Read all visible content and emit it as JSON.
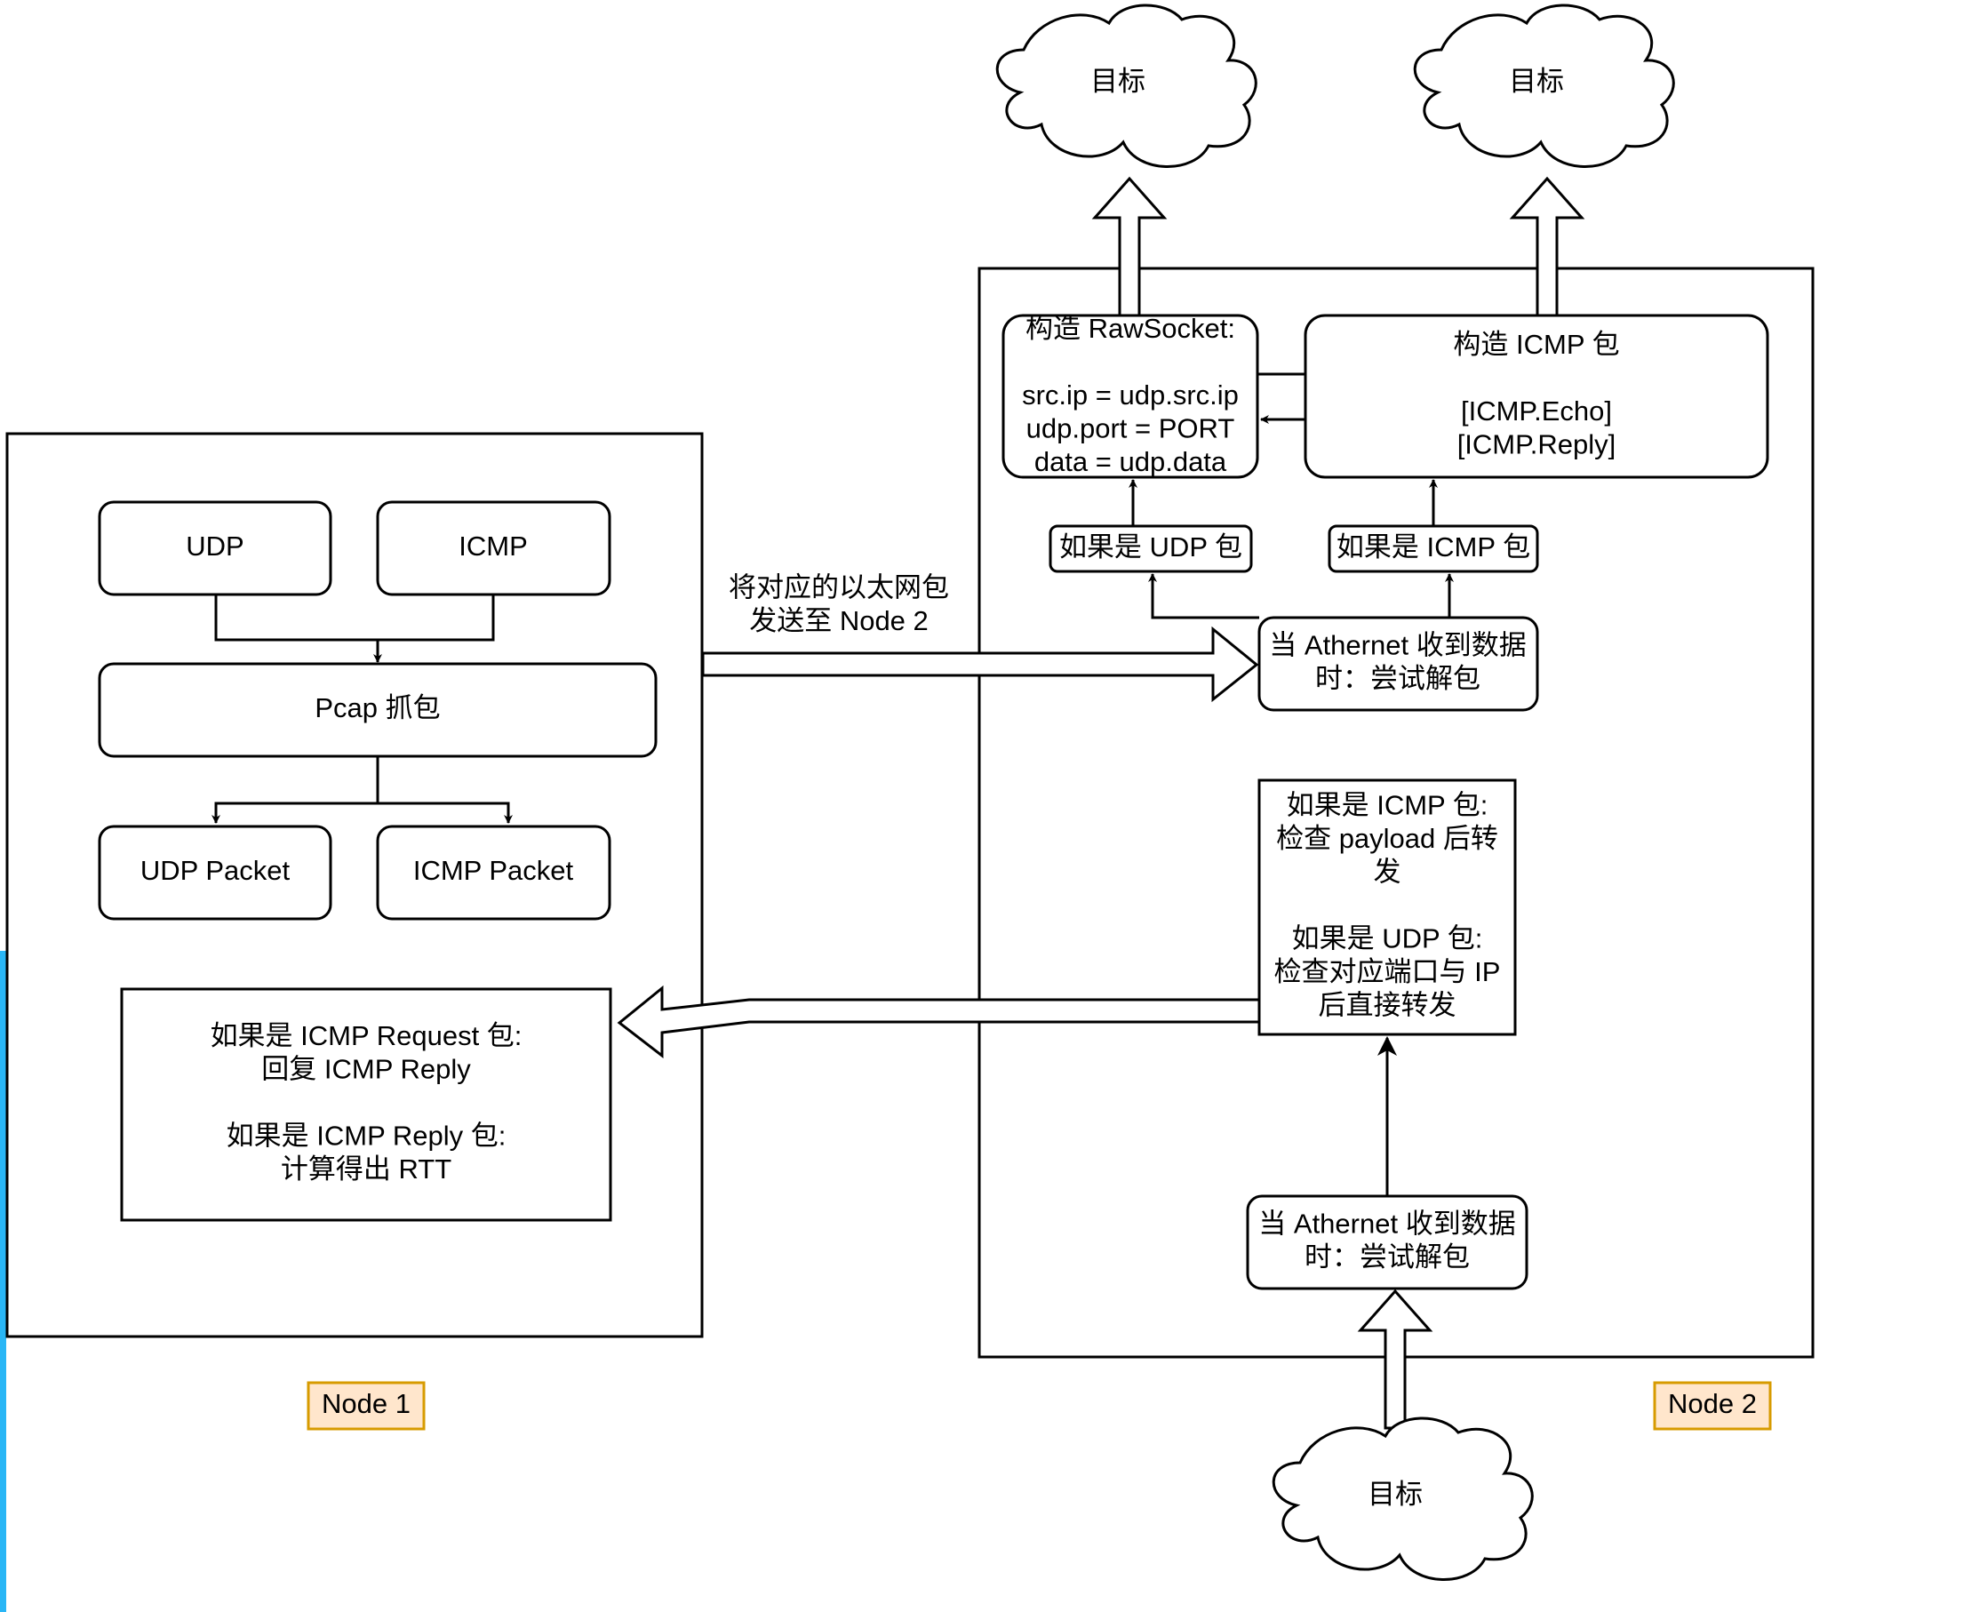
{
  "node1": {
    "tag": "Node 1",
    "udp": "UDP",
    "icmp": "ICMP",
    "pcap": "Pcap 抓包",
    "udp_packet": "UDP Packet",
    "icmp_packet": "ICMP Packet",
    "reply_box": [
      "如果是 ICMP Request 包:",
      "回复 ICMP Reply",
      "",
      "如果是 ICMP Reply 包:",
      "计算得出 RTT"
    ]
  },
  "link": {
    "label": [
      "将对应的以太网包",
      "发送至 Node 2"
    ]
  },
  "node2": {
    "tag": "Node 2",
    "rawsocket": [
      "构造 RawSocket:",
      "",
      "src.ip = udp.src.ip",
      "udp.port = PORT",
      "data = udp.data"
    ],
    "icmp_build": [
      "构造 ICMP 包",
      "",
      "[ICMP.Echo]",
      "[ICMP.Reply]"
    ],
    "if_udp": "如果是 UDP 包",
    "if_icmp": "如果是 ICMP 包",
    "recv_top": [
      "当 Athernet 收到数据",
      "时：尝试解包"
    ],
    "forward_box": [
      "如果是 ICMP 包:",
      "检查 payload 后转",
      "发",
      "",
      "如果是 UDP 包:",
      "检查对应端口与 IP",
      "后直接转发"
    ],
    "recv_bottom": [
      "当 Athernet 收到数据",
      "时：尝试解包"
    ]
  },
  "targets": {
    "label": "目标"
  },
  "colors": {
    "tag_fill": "#ffe6cc",
    "tag_border": "#d79b00",
    "edge_accent": "#29b6f6"
  }
}
